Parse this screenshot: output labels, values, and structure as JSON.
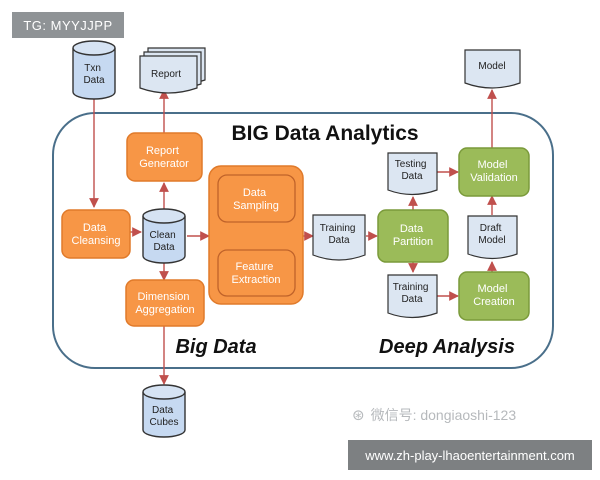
{
  "watermark_tag": "TG: MYYJJPP",
  "title": "BIG Data Analytics",
  "sections": {
    "big_data": "Big Data",
    "deep_analysis": "Deep Analysis"
  },
  "nodes": {
    "txn_data": [
      "Txn",
      "Data"
    ],
    "report": [
      "Report"
    ],
    "report_generator": [
      "Report",
      "Generator"
    ],
    "data_cleansing": [
      "Data",
      "Cleansing"
    ],
    "clean_data": [
      "Clean",
      "Data"
    ],
    "dimension_aggregation": [
      "Dimension",
      "Aggregation"
    ],
    "data_cubes": [
      "Data",
      "Cubes"
    ],
    "data_sampling": [
      "Data",
      "Sampling"
    ],
    "feature_extraction": [
      "Feature",
      "Extraction"
    ],
    "training_data_1": [
      "Training",
      "Data"
    ],
    "data_partition": [
      "Data",
      "Partition"
    ],
    "testing_data": [
      "Testing",
      "Data"
    ],
    "training_data_2": [
      "Training",
      "Data"
    ],
    "model_validation": [
      "Model",
      "Validation"
    ],
    "draft_model": [
      "Draft",
      "Model"
    ],
    "model_creation": [
      "Model",
      "Creation"
    ],
    "model": [
      "Model"
    ]
  },
  "watermark_wechat": "微信号: dongiaoshi-123",
  "footer_url": "www.zh-play-lhaoentertainment.com",
  "colors": {
    "orange": "#f79646",
    "orange_inner": "#fac090",
    "green": "#9bbb59",
    "doc": "#dce6f2",
    "cylinder": "#c6d9f1",
    "arrow": "#c0504d",
    "frame": "#4a6f8a"
  }
}
